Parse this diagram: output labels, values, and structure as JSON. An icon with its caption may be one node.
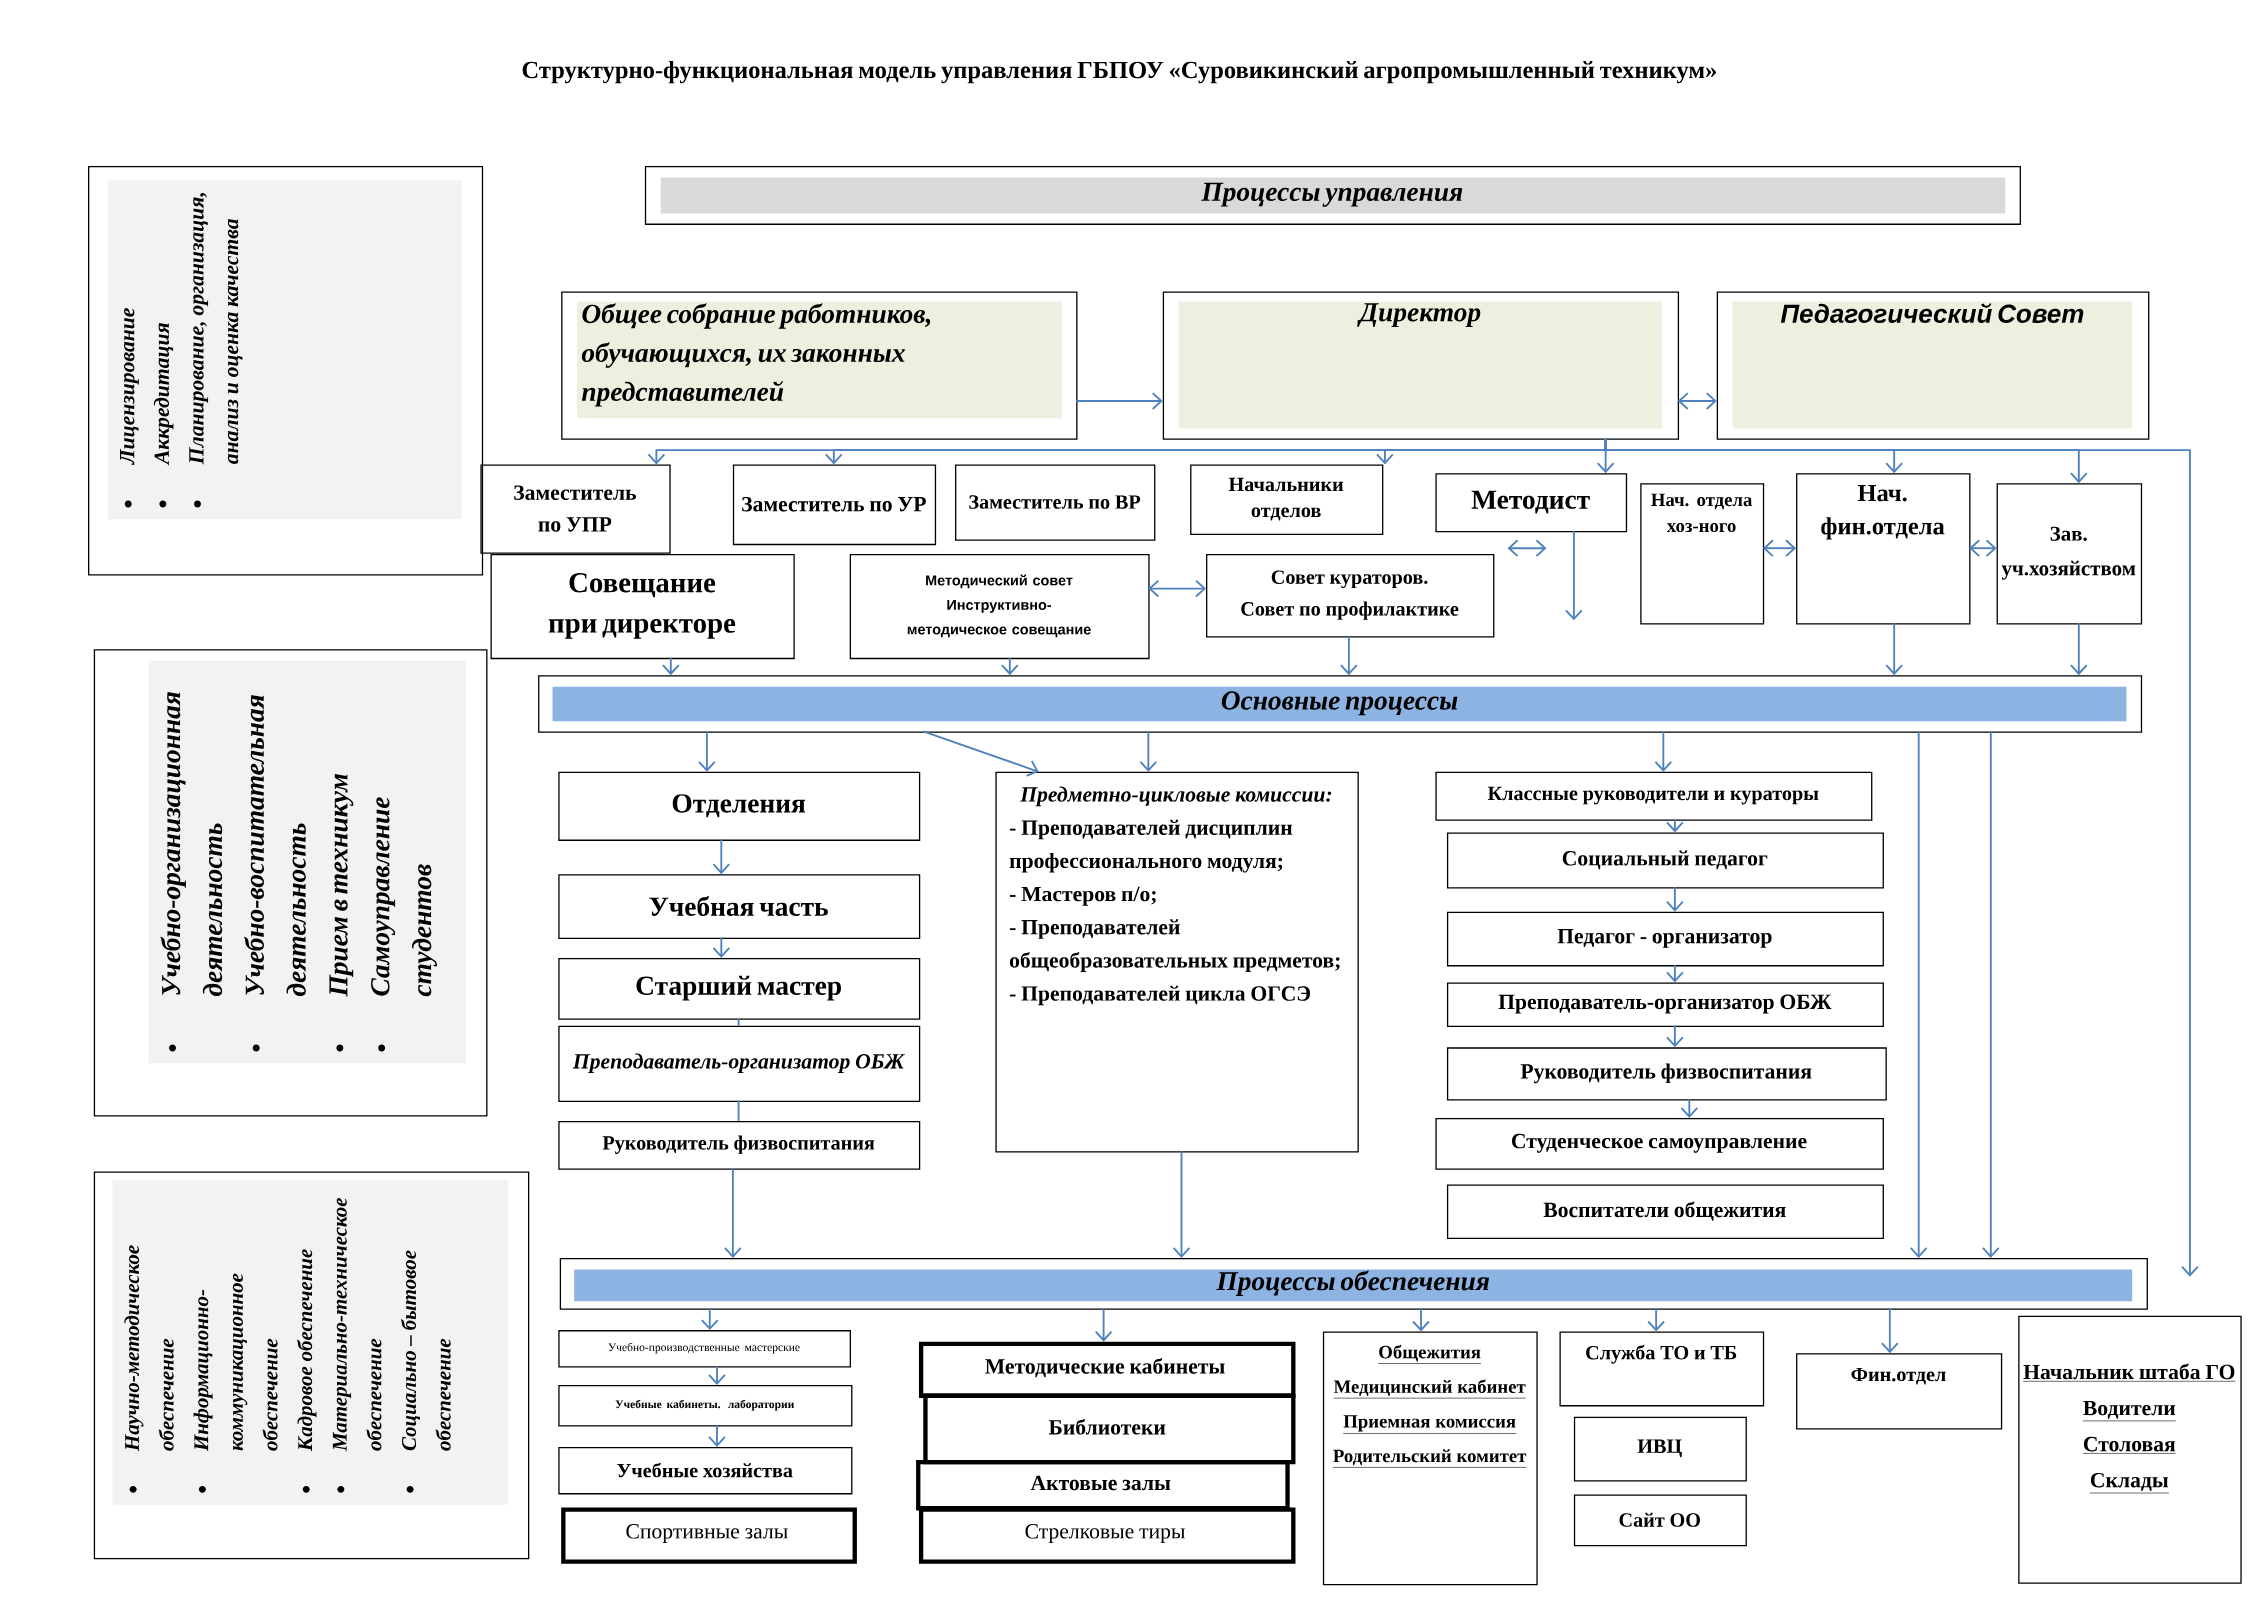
{
  "diagram": {
    "title": "Структурно-функциональная модель управления ГБПОУ «Суровикинский агропромышленный техникум»",
    "nodes": [
      {
        "text": [
          "Лицензирование",
          "Аккредитация",
          "Планирование, организация, анализ и оценка качества"
        ]
      },
      {
        "text": [
          "Учебно-организационная деятельность",
          "Учебно-воспитательная деятельность",
          "Прием в техникум",
          "Самоуправление студентов"
        ]
      },
      {
        "text": [
          "Научно-методическое обеспечение",
          "Информационно-коммуникационное обеспечение",
          "Кадровое обеспечение",
          "Материально-техническое обеспечение",
          "Социально – бытовое обеспечение"
        ]
      },
      {
        "text": [
          "Процессы управления"
        ]
      },
      {
        "text": [
          "Общее собрание работников, обучающихся, их законных представителей"
        ]
      },
      {
        "text": [
          "Директор"
        ]
      },
      {
        "text": [
          "Педагогический Совет"
        ]
      },
      {
        "text": [
          "Заместитель по УПР"
        ]
      },
      {
        "text": [
          "Заместитель по УР"
        ]
      },
      {
        "text": [
          "Заместитель по ВР"
        ]
      },
      {
        "text": [
          "Начальники отделов"
        ]
      },
      {
        "text": [
          "Методист"
        ]
      },
      {
        "text": [
          "Нач. отдела хоз-ного"
        ]
      },
      {
        "text": [
          "Нач. фин.отдела"
        ]
      },
      {
        "text": [
          "Зав. уч.хозяйством"
        ]
      },
      {
        "text": [
          "Совещание при директоре"
        ]
      },
      {
        "text": [
          "Методический совет",
          "Инструктивно-методическое совещание"
        ]
      },
      {
        "text": [
          "Совет кураторов.",
          "Совет по профилактике"
        ]
      },
      {
        "text": [
          "Основные процессы"
        ]
      },
      {
        "text": [
          "Отделения"
        ]
      },
      {
        "text": [
          "Учебная часть"
        ]
      },
      {
        "text": [
          "Старший мастер"
        ]
      },
      {
        "text": [
          "Преподаватель-организатор ОБЖ"
        ]
      },
      {
        "text": [
          "Руководитель физвоспитания"
        ]
      },
      {
        "text": [
          "Предметно-цикловые комиссии:",
          "- Преподавателей дисциплин профессионального модуля;",
          "- Мастеров п/о;",
          "- Преподавателей общеобразовательных предметов;",
          "- Преподавателей цикла ОГСЭ"
        ]
      },
      {
        "text": [
          "Классные руководители и кураторы"
        ]
      },
      {
        "text": [
          "Социальный педагог"
        ]
      },
      {
        "text": [
          "Педагог - организатор"
        ]
      },
      {
        "text": [
          "Преподаватель-организатор ОБЖ"
        ]
      },
      {
        "text": [
          "Руководитель физвоспитания"
        ]
      },
      {
        "text": [
          "Студенческое самоуправление"
        ]
      },
      {
        "text": [
          "Воспитатели общежития"
        ]
      },
      {
        "text": [
          "Процессы обеспечения"
        ]
      },
      {
        "text": [
          "Учебно-производственные мастерские"
        ]
      },
      {
        "text": [
          "Учебные кабинеты. лаборатории"
        ]
      },
      {
        "text": [
          "Учебные хозяйства"
        ]
      },
      {
        "text": [
          "Спортивные залы"
        ]
      },
      {
        "text": [
          "Методические кабинеты"
        ]
      },
      {
        "text": [
          "Библиотеки"
        ]
      },
      {
        "text": [
          "Актовые залы"
        ]
      },
      {
        "text": [
          "Стрелковые тиры"
        ]
      },
      {
        "text": [
          "Общежития",
          "Медицинский кабинет",
          "Приемная комиссия",
          "Родительский комитет"
        ]
      },
      {
        "text": [
          "Служба ТО и ТБ"
        ]
      },
      {
        "text": [
          "ИВЦ"
        ]
      },
      {
        "text": [
          "Сайт ОО"
        ]
      },
      {
        "text": [
          "Фин.отдел"
        ]
      },
      {
        "text": [
          "Начальник штаба ГО",
          "Водители",
          "Столовая",
          "Склады"
        ]
      }
    ],
    "edges": [
      {
        "from": 4,
        "to": 5,
        "arrow": "to"
      },
      {
        "from": 5,
        "to": 6,
        "arrow": "both"
      },
      {
        "from": 5,
        "to": 7,
        "arrow": "to"
      },
      {
        "from": 5,
        "to": 8,
        "arrow": "to"
      },
      {
        "from": 5,
        "to": 10,
        "arrow": "to"
      },
      {
        "from": 5,
        "to": 11,
        "arrow": "to"
      },
      {
        "from": 5,
        "to": 13,
        "arrow": "to"
      },
      {
        "from": 5,
        "to": 14,
        "arrow": "to"
      },
      {
        "from": 5,
        "to": null,
        "arrow": "to"
      },
      {
        "from": 16,
        "to": 17,
        "arrow": "both"
      },
      {
        "from": 17,
        "to": 11,
        "arrow": "both"
      },
      {
        "from": 11,
        "to": null,
        "arrow": "to"
      },
      {
        "from": 12,
        "to": 13,
        "arrow": "both"
      },
      {
        "from": 14,
        "to": 13,
        "arrow": "both"
      },
      {
        "from": 15,
        "to": 18,
        "arrow": "to"
      },
      {
        "from": 16,
        "to": 18,
        "arrow": "to"
      },
      {
        "from": 17,
        "to": 18,
        "arrow": "to"
      },
      {
        "from": 13,
        "to": 18,
        "arrow": "to"
      },
      {
        "from": 14,
        "to": 18,
        "arrow": "to"
      },
      {
        "from": 18,
        "to": 19,
        "arrow": "to"
      },
      {
        "from": 18,
        "to": 24,
        "arrow": "to"
      },
      {
        "from": 18,
        "to": 24,
        "arrow": "to"
      },
      {
        "from": 18,
        "to": 25,
        "arrow": "to"
      },
      {
        "from": 18,
        "to": 32,
        "arrow": "to"
      },
      {
        "from": 18,
        "to": 32,
        "arrow": "to"
      },
      {
        "from": 19,
        "to": 20,
        "arrow": "to"
      },
      {
        "from": 20,
        "to": 21,
        "arrow": "to"
      },
      {
        "from": 21,
        "to": 22,
        "arrow": "none"
      },
      {
        "from": 22,
        "to": 23,
        "arrow": "none"
      },
      {
        "from": 23,
        "to": 32,
        "arrow": "to"
      },
      {
        "from": 24,
        "to": 32,
        "arrow": "to"
      },
      {
        "from": 25,
        "to": 26,
        "arrow": "to"
      },
      {
        "from": 26,
        "to": 27,
        "arrow": "to"
      },
      {
        "from": 27,
        "to": 28,
        "arrow": "to"
      },
      {
        "from": 28,
        "to": 29,
        "arrow": "to"
      },
      {
        "from": 29,
        "to": 30,
        "arrow": "to"
      },
      {
        "from": 32,
        "to": 33,
        "arrow": "to"
      },
      {
        "from": 33,
        "to": 34,
        "arrow": "to"
      },
      {
        "from": 34,
        "to": 35,
        "arrow": "to"
      },
      {
        "from": 32,
        "to": 37,
        "arrow": "to"
      },
      {
        "from": 32,
        "to": 41,
        "arrow": "to"
      },
      {
        "from": 32,
        "to": 42,
        "arrow": "to"
      },
      {
        "from": 32,
        "to": 45,
        "arrow": "to"
      }
    ]
  }
}
